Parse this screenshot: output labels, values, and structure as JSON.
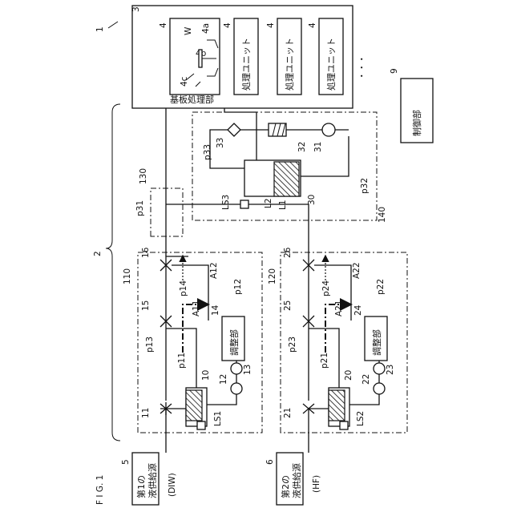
{
  "figure": {
    "title": "F I G. 1",
    "system_ref": "1",
    "supply_ref": "2"
  },
  "substrate_unit": {
    "ref": "3",
    "label": "基板処理部",
    "units": [
      {
        "ref": "4",
        "label": "",
        "detail": {
          "wafer": "W",
          "part_a": "4a",
          "part_b": "4b",
          "part_c": "4c"
        }
      },
      {
        "ref": "4",
        "label": "処理ユニット"
      },
      {
        "ref": "4",
        "label": "処理ユニット"
      },
      {
        "ref": "4",
        "label": "処理ユニット"
      }
    ],
    "ellipsis": "・・・"
  },
  "controller": {
    "ref": "9",
    "label": "制御部"
  },
  "sources": [
    {
      "ref": "5",
      "label_line1": "第1の",
      "label_line2": "液供給源",
      "liquid": "(DIW)"
    },
    {
      "ref": "6",
      "label_line1": "第2の",
      "label_line2": "液供給源",
      "liquid": "(HF)"
    }
  ],
  "blocks": {
    "b110": "110",
    "b120": "120",
    "b130": "130",
    "b140": "140"
  },
  "line1": {
    "tank": "10",
    "valves": [
      "11",
      "15",
      "16"
    ],
    "pump": "12",
    "filter": "13",
    "adjuster_ref": "14",
    "adjuster_label": "調整部",
    "sensor": "LS1",
    "pipes": [
      "p11",
      "p12",
      "p13",
      "p14"
    ],
    "flows": [
      "A11",
      "A12"
    ]
  },
  "line2": {
    "tank": "20",
    "valves": [
      "21",
      "25",
      "26"
    ],
    "pump": "22",
    "filter": "23",
    "adjuster_ref": "24",
    "adjuster_label": "調整部",
    "sensor": "LS2",
    "pipes": [
      "p21",
      "p22",
      "p23",
      "p24"
    ],
    "flows": [
      "A21",
      "A22"
    ]
  },
  "mixing": {
    "tank": "30",
    "pump": "31",
    "heater": "32",
    "filter": "33",
    "pipes": [
      "p31",
      "p32",
      "p33"
    ],
    "sensor": "LS3",
    "levels": [
      "L1",
      "L2"
    ]
  }
}
